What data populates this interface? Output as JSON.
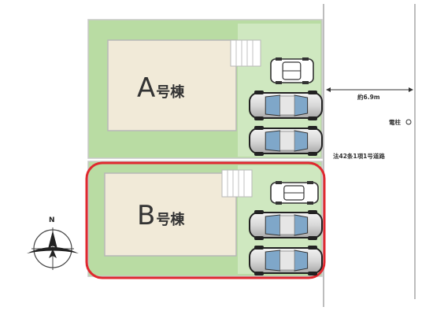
{
  "plot": {
    "buildings": [
      {
        "letter": "A",
        "suffix": "号棟",
        "highlighted": false
      },
      {
        "letter": "B",
        "suffix": "号棟",
        "highlighted": true
      }
    ],
    "road_width": "約6.9m",
    "road_name": "法42条1項1号道路",
    "utility_pole": "電柱",
    "north": "N"
  },
  "colors": {
    "lot_green": "#b9dca3",
    "parking_green": "#cfe8c0",
    "building_fill": "#f1ead8",
    "highlight": "#e0282f",
    "outline": "#c8c8c8"
  }
}
